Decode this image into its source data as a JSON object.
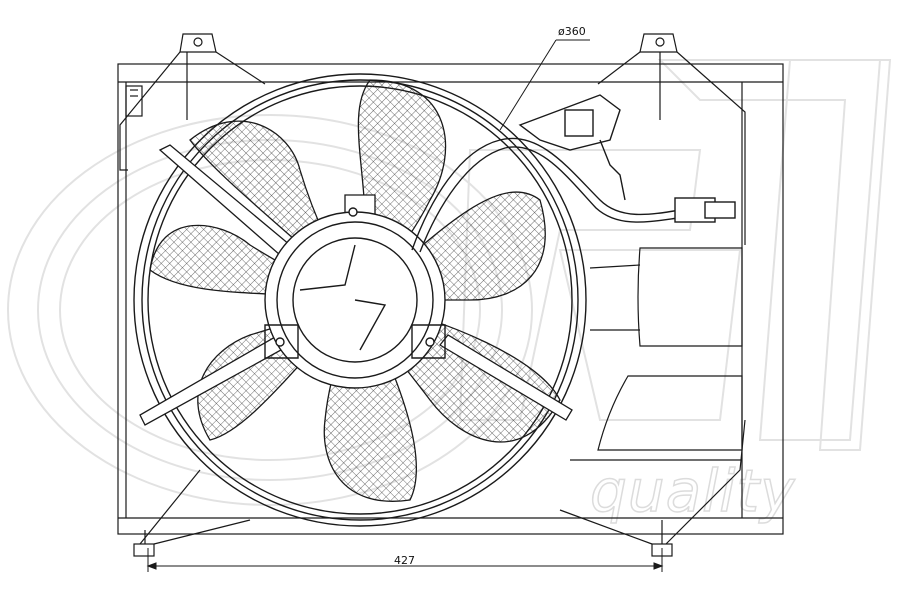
{
  "drawing": {
    "dimensions": {
      "diameter": "ø360",
      "width": "427"
    }
  },
  "watermark": {
    "text": "quality"
  },
  "colors": {
    "line": "#1a1a1a",
    "watermark": "#dcdcdc",
    "background": "#ffffff"
  }
}
